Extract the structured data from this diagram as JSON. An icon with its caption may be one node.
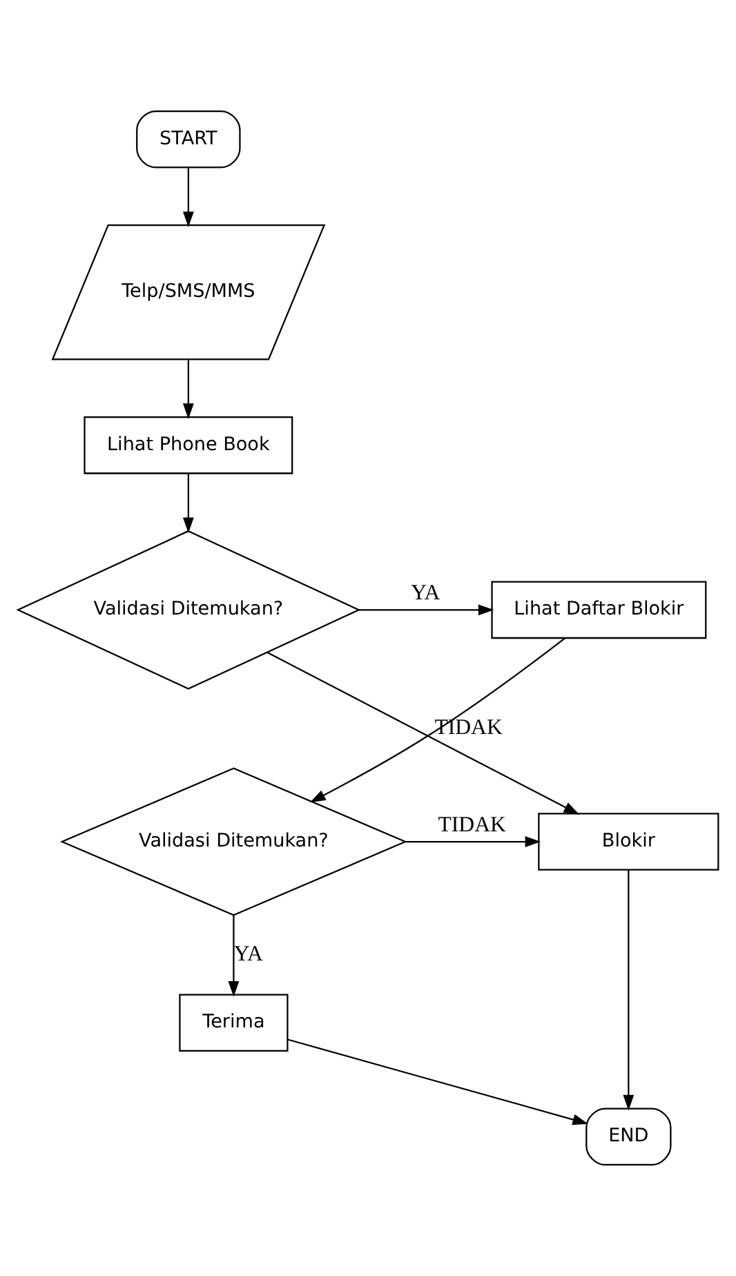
{
  "diagram": {
    "nodes": [
      {
        "text": [
          "START"
        ]
      },
      {
        "text": [
          "Telp/SMS/MMS"
        ]
      },
      {
        "text": [
          "Lihat Phone Book"
        ]
      },
      {
        "text": [
          "Validasi Ditemukan?"
        ]
      },
      {
        "text": [
          "Lihat Daftar Blokir"
        ]
      },
      {
        "text": [
          "Blokir"
        ]
      },
      {
        "text": [
          "Validasi Ditemukan?"
        ]
      },
      {
        "text": [
          "Terima"
        ]
      },
      {
        "text": [
          "END"
        ]
      }
    ],
    "edges": [
      {
        "from": 0,
        "to": 1,
        "arrow": "to"
      },
      {
        "from": 1,
        "to": 2,
        "arrow": "to"
      },
      {
        "from": 2,
        "to": 3,
        "arrow": "to"
      },
      {
        "from": 3,
        "to": 4,
        "label": "YA",
        "arrow": "to"
      },
      {
        "from": 3,
        "to": 5,
        "label": "TIDAK",
        "arrow": "to"
      },
      {
        "from": 4,
        "to": 6,
        "arrow": "to"
      },
      {
        "from": 6,
        "to": 5,
        "label": "TIDAK",
        "arrow": "to"
      },
      {
        "from": 6,
        "to": 7,
        "label": "YA",
        "arrow": "to"
      },
      {
        "from": 7,
        "to": 8,
        "arrow": "to"
      },
      {
        "from": 5,
        "to": 8,
        "arrow": "to"
      }
    ]
  }
}
